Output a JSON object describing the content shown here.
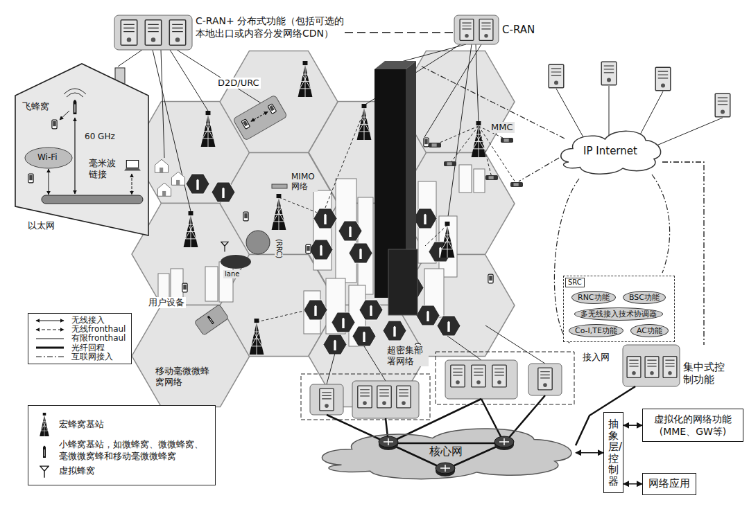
{
  "diagram": {
    "nodes": [
      {
        "text": [
          "C-RAN+ 分布式功能（包括可选的本地出口或内容分发网络CDN）"
        ]
      },
      {
        "text": [
          "C-RAN"
        ]
      },
      {
        "text": [
          "IP Internet"
        ]
      },
      {
        "text": [
          "SRC"
        ]
      },
      {
        "text": [
          "RNC功能"
        ],
        "in": 3
      },
      {
        "text": [
          "BSC功能"
        ],
        "in": 3
      },
      {
        "text": [
          "多无线接入技术协调器"
        ],
        "in": 3
      },
      {
        "text": [
          "Co-I,TE功能"
        ],
        "in": 3
      },
      {
        "text": [
          "AC功能"
        ],
        "in": 3
      },
      {
        "text": [
          "集中式控制功能"
        ]
      },
      {
        "text": [
          "核心网"
        ]
      },
      {
        "text": [
          "抽象层/控制器"
        ]
      },
      {
        "text": [
          "虚拟化的网络功能(MME、GW等)"
        ]
      },
      {
        "text": [
          "网络应用"
        ]
      }
    ],
    "edges": [
      {
        "from": 0,
        "to": 1,
        "arrow": "none"
      },
      {
        "from": 2,
        "to": 9,
        "arrow": "none"
      },
      {
        "from": 9,
        "to": 10,
        "arrow": "none"
      },
      {
        "from": 10,
        "to": 11,
        "arrow": "both"
      },
      {
        "from": 11,
        "to": 12,
        "arrow": "both"
      },
      {
        "from": 11,
        "to": 13,
        "arrow": "both"
      }
    ],
    "labels": [
      "D2D/URC",
      "飞蜂窝",
      "Wi-Fi",
      "60 GHz",
      "毫米波链接",
      "以太网",
      "MIMO网络",
      "MMC",
      "(RRC)",
      "lane",
      "用户设备",
      "超密集部署网络",
      "移动毫微微蜂窝网络",
      "接入网"
    ],
    "legend": [
      {
        "text": "无线接入"
      },
      {
        "text": "无线fronthaul"
      },
      {
        "text": "有限fronthaul"
      },
      {
        "text": "光纤回程"
      },
      {
        "text": "互联网接入"
      },
      {
        "text": "宏蜂窝基站"
      },
      {
        "text": "小蜂窝基站，如微蜂窝、微微蜂窝、毫微微窝蜂和移动毫微微蜂窝"
      },
      {
        "text": "虚拟蜂窝"
      }
    ]
  }
}
